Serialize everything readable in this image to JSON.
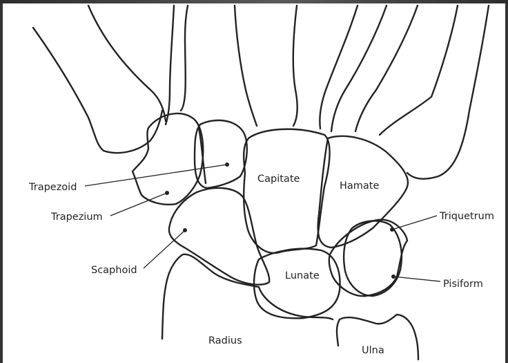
{
  "diagram": {
    "labels": {
      "trapezoid": "Trapezoid",
      "trapezium": "Trapezium",
      "scaphoid": "Scaphoid",
      "capitate": "Capitate",
      "hamate": "Hamate",
      "lunate": "Lunate",
      "triquetrum": "Triquetrum",
      "pisiform": "Pisiform",
      "radius": "Radius",
      "ulna": "Ulna"
    },
    "colors": {
      "outline": "#222222",
      "background": "#ffffff",
      "frame": "#333333"
    }
  }
}
